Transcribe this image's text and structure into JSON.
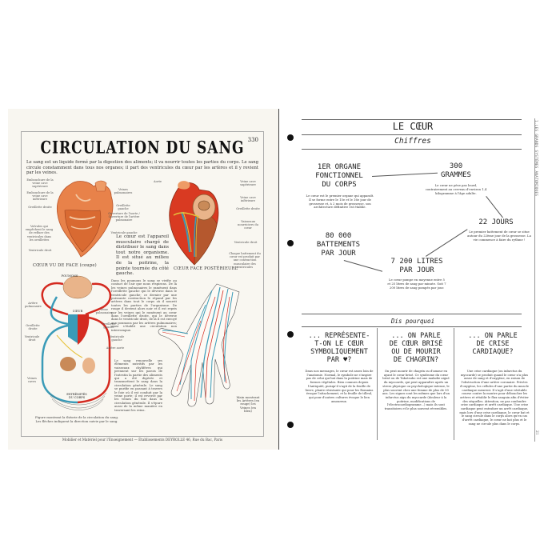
{
  "left_page": {
    "poster": {
      "number": "330",
      "title": "CIRCULATION DU SANG",
      "intro": "Le sang est un liquide formé par la digestion des aliments; il va nourrir toutes les parties du corps. Le sang circule constamment dans tous nos organes; il part des ventricules du cœur par les artères et il y revient par les veines.",
      "heart_front": {
        "caption": "CŒUR VU DE FACE (coupe)",
        "labels": [
          "Embouchure de la veine cave supérieure",
          "Embouchure de la veine cave inférieure",
          "Oreillette droite",
          "Valvules qui empêchent le sang de refluer des ventricules dans les oreillettes",
          "Ventricule droit",
          "Veines pulmonaires",
          "Oreillette gauche",
          "Ouverture de l'aorte",
          "Ouverture de l'artère pulmonaire",
          "et valvules qui empêchent le sang de refluer des artères dans les ventricules",
          "Ventricule gauche",
          "Aorte"
        ]
      },
      "heart_back": {
        "caption": "CŒUR FACE POSTÉRIEURE",
        "labels": [
          "Veine cave supérieure",
          "Veine cave inférieure",
          "Oreillette droite",
          "Vaisseaux nourriciers du cœur",
          "Ventricule droit",
          "Chaque battement du cœur est produit par une contraction musculaire des ventricules"
        ]
      },
      "heart_paragraph": "Le cœur est l'appareil musculaire chargé de distribuer le sang dans tout notre organisme. Il est situé au milieu de la poitrine, la pointe tournée du côté gauche.",
      "lungs_paragraph": "Dans les poumons le sang se vivifie au contact de l'air que nous respirons. De là les veines pulmonaires le ramènent dans l'oreillette gauche qui le déverse dans le ventricule gauche; ce dernier par une puissante contraction le répand par les artères dans tout le corps où il nourrit toutes les parties de l'organisme. De rouge il devient alors noir et il est repris par les veines qui le ramènent au cœur dans l'oreillette droite, qui le déverse dans le ventricule droit, de là il est envoyé aux poumons par les artères pulmonaires; ainsi s'établit une circulation non interrompue.",
      "renew_paragraph": "Le sang renouvelle ses éléments nutritifs par les vaisseaux chylifères qui prennent sur les parois de l'intestin la partie des aliments qui a été digérée et transmettent le sang dans la circulation générale. Le sang se purifie en passant à travers le foie où il est conduit par la veine porte; il est reversé par les veines du foie dans la circulation générale. Il s'épure aussi de la même manière en traversant les reins.",
      "circulation_labels": [
        "POUMONS",
        "Artère pulmonaire",
        "Veine pulmonaire",
        "CŒUR",
        "Oreillette droite",
        "Oreillette gauche",
        "Ventricule droit",
        "Ventricule gauche",
        "Artère aorte",
        "Veines caves",
        "EXTRÉMITÉS DU CORPS"
      ],
      "figure_caption": "Figure montrant la théorie de la circulation du sang. Les flèches indiquent la direction suivie par le sang.",
      "hand_caption": "Main montrant les Artères (en rouge) les Veines (en bleu)",
      "footer": "Mobilier et Matériel pour l'Enseignement — Établissements DEYROLLE   46, Rue du Bac, Paris"
    }
  },
  "right_page": {
    "title": "LE CŒUR",
    "subtitle": "Chiffres",
    "side_label": "1.LES GRANDS SYSTÈMES ANATOMIQUES",
    "page_number": "21",
    "stats": [
      {
        "headline": [
          "1ER ORGANE",
          "FONCTIONNEL",
          "DU CORPS"
        ],
        "desc": "Le cœur est le premier organe qui apparaît. Il se forme entre le 15e et le 16e jour de grossesse et, à 2 mois de grossesse, son architecture définitive est établie."
      },
      {
        "headline": [
          "300",
          "GRAMMES"
        ],
        "desc": "Le cœur ne pèse pas lourd, contrairement au cerveau d'environ 1,4 kilogramme à l'âge adulte."
      },
      {
        "headline": [
          "22 JOURS"
        ],
        "desc": "Le premier battement de cœur se situe autour du 22ème jour de la grossesse. La vie commence à faire du rythme !"
      },
      {
        "headline": [
          "80 000",
          "BATTEMENTS",
          "PAR JOUR"
        ],
        "desc": ""
      },
      {
        "headline": [
          "7 200 LITRES",
          "PAR JOUR"
        ],
        "desc": "Le cœur pompe en moyenne entre 5 et 25 litres de sang par minute. Soit 7 200 litres de sang pompés par jour."
      }
    ],
    "section2_title": "Dis pourquoi",
    "questions": [
      {
        "title": [
          "... REPRÉSENTE-",
          "T-ON LE CŒUR",
          "SYMBOLIQUEMENT",
          "PAR ♥?"
        ],
        "body": "Dans nos messages, le cœur est assez loin de l'anatomie. Normal, le symbole ne s'inspire pas de celui qui bat dans la poitrine mais de formes végétales. Bien connues depuis l'Antiquité, puisqu'il s'agit de la feuille de lierre, plante résistante qui pour les Romains évoque l'attachement, et la feuille de tilleul, qui pour d'autres cultures évoque le lien amoureux."
      },
      {
        "title": [
          "... ON PARLE",
          "DE CŒUR BRISÉ",
          "OU DE MOURIR",
          "DE CHAGRIN?"
        ],
        "body": "On peut mourir de chagrin ou d'amour en ayant le cœur brisé. Ce syndrome du cœur brisé ou de Takotsubo est une maladie aiguë du myocarde, qui peut apparaître après un stress physique ou psychologique intense, le plus souvent chez une femme de plus de 50 ans. Les signes sont les mêmes que lors d'un infarctus aigu du myocarde (douleur à la poitrine, modifications de l'électrocardiogramme...) mais ils sont transitoires et le plus souvent réversibles."
      },
      {
        "title": [
          "... ON PARLE",
          "DE CRISE",
          "CARDIAQUE?"
        ],
        "body": "Une crise cardiaque (ou infarctus du myocarde) se produit quand le cœur n'a plus assez de sang et d'oxygène, en raison de l'obstruction d'une artère coronaire. Privées d'oxygène, les cellules d'une partie du muscle cardiaque meurent. Il s'agit d'une véritable course contre la montre pour déboucher les artères et rétablir le flux sanguin afin d'éviter des séquelles. Attention, ne pas confondre crise cardiaque et arrêt cardiaque. Une crise cardiaque peut entraîner un arrêt cardiaque, mais lors d'une crise cardiaque, le cœur bat et le sang circule dans le corps alors qu'en cas d'arrêt cardiaque, le cœur ne bat plus et le sang ne circule plus dans le corps."
      }
    ]
  },
  "colors": {
    "poster_bg": "#f9f7f1",
    "artery_red": "#d42a20",
    "vein_blue": "#3a9bb8",
    "heart_orange": "#e8824a",
    "lung_tan": "#e9b48a",
    "ink": "#222222"
  }
}
